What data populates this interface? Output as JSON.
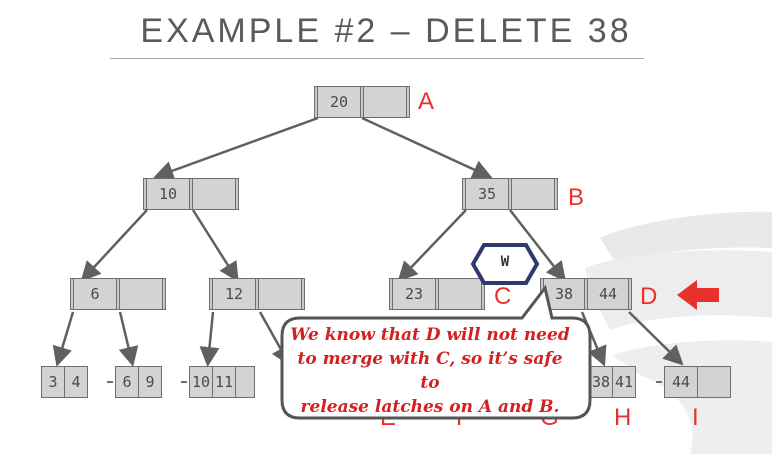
{
  "slide": {
    "title": "EXAMPLE #2 – DELETE 38"
  },
  "tree": {
    "root": {
      "keys": [
        "20",
        ""
      ],
      "label": "A"
    },
    "level1": [
      {
        "keys": [
          "10",
          ""
        ],
        "label": ""
      },
      {
        "keys": [
          "35",
          ""
        ],
        "label": "B"
      }
    ],
    "level2": [
      {
        "keys": [
          "6",
          ""
        ],
        "label": ""
      },
      {
        "keys": [
          "12",
          ""
        ],
        "label": ""
      },
      {
        "keys": [
          "23",
          ""
        ],
        "label": "C"
      },
      {
        "keys": [
          "38",
          "44"
        ],
        "label": "D"
      }
    ],
    "leaves": [
      {
        "keys": [
          "3",
          "4"
        ]
      },
      {
        "keys": [
          "6",
          "9"
        ]
      },
      {
        "keys": [
          "10",
          "11"
        ]
      },
      {
        "keys": [
          "38",
          "41"
        ],
        "label": "H"
      },
      {
        "keys": [
          "44",
          ""
        ],
        "label": "I"
      }
    ],
    "hidden_leaf_labels": [
      "E",
      "F",
      "G"
    ]
  },
  "latch_badge": "W",
  "callout": {
    "lines": [
      "We know that D will not need",
      "to merge with C, so it’s safe to",
      "release latches on A and B."
    ]
  },
  "colors": {
    "accent": "#e8302f",
    "node_fill": "#d3d3d3",
    "node_border": "#6e6e6e",
    "badge_border": "#2e3a6b",
    "swirl": "#e6e6e6"
  }
}
